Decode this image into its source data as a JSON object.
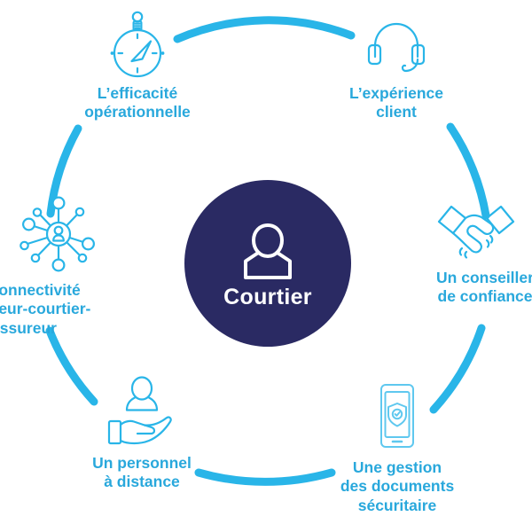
{
  "diagram": {
    "title_center": "Courtier",
    "center_icon": "person-icon",
    "accent_blue": "#29b5e8",
    "text_blue": "#29a8dc",
    "hub_navy": "#2a2a63",
    "background": "#ffffff",
    "nodes": [
      {
        "id": "efficacite",
        "icon": "stopwatch-icon",
        "label": "L’efficacité\nopérationnelle",
        "position": "top-left"
      },
      {
        "id": "experience",
        "icon": "headset-icon",
        "label": "L’expérience\nclient",
        "position": "top-right"
      },
      {
        "id": "conseiller",
        "icon": "handshake-icon",
        "label": "Un conseiller\nde confiance",
        "position": "right"
      },
      {
        "id": "gestion",
        "icon": "smartphone-shield-icon",
        "label": "Une gestion\ndes documents\nsécuritaire",
        "position": "bottom-right"
      },
      {
        "id": "personnel",
        "icon": "hand-person-icon",
        "label": "Un personnel\nà distance",
        "position": "bottom-left"
      },
      {
        "id": "connectivite",
        "icon": "network-person-icon",
        "label": "La connectivité\nassureur-courtier-\nassureur",
        "position": "left"
      }
    ],
    "arcs": [
      {
        "id": "arc-top",
        "from": "efficacite",
        "to": "experience"
      },
      {
        "id": "arc-upper-right",
        "from": "experience",
        "to": "conseiller"
      },
      {
        "id": "arc-lower-right",
        "from": "conseiller",
        "to": "gestion"
      },
      {
        "id": "arc-bottom",
        "from": "gestion",
        "to": "personnel"
      },
      {
        "id": "arc-lower-left",
        "from": "personnel",
        "to": "connectivite"
      },
      {
        "id": "arc-upper-left",
        "from": "connectivite",
        "to": "efficacite"
      }
    ]
  }
}
